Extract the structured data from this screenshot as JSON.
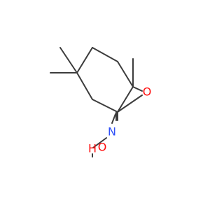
{
  "molecule": {
    "atoms": {
      "epoxide_oxygen": {
        "symbol": "O",
        "color": "#ff0d0d"
      },
      "oxime_nitrogen": {
        "symbol": "N",
        "color": "#3050f8"
      },
      "hydroxyl_oxygen": {
        "symbol": "O",
        "color": "#ff0d0d"
      },
      "hydroxyl_hydrogen": {
        "symbol": "H",
        "color": "#ff0d0d"
      }
    },
    "bond_color": "#3c3c3c",
    "background": "#ffffff"
  }
}
